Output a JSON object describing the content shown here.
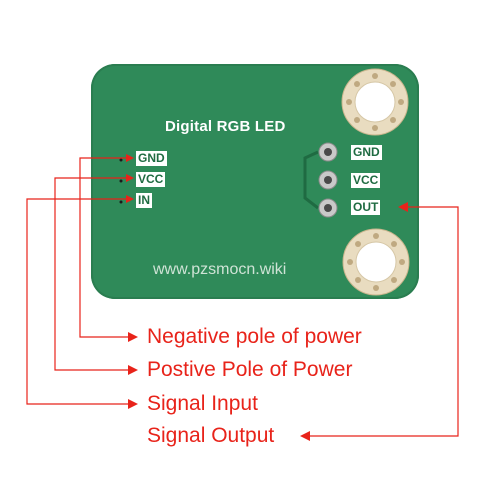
{
  "board": {
    "title": "Digital RGB LED",
    "url": "www.pzsmocn.wiki",
    "color": "#2f8a59"
  },
  "pins_left": [
    "GND",
    "VCC",
    "IN"
  ],
  "pins_right": [
    "GND",
    "VCC",
    "OUT"
  ],
  "callouts": {
    "negative": "Negative pole of power",
    "positive": "Postive Pole of Power",
    "signal_in": "Signal Input",
    "signal_out": "Signal Output"
  },
  "colors": {
    "arrow": "#e8231a",
    "label_bg": "#ffffff",
    "mount_hole": "#e9dcc0"
  }
}
